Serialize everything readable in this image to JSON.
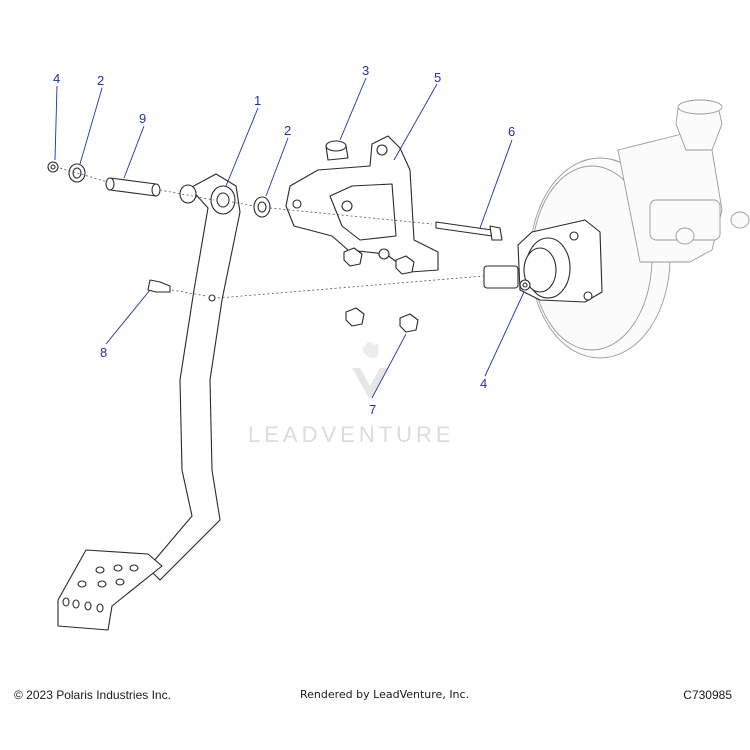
{
  "callouts": [
    {
      "id": "c1",
      "label": "1"
    },
    {
      "id": "c2a",
      "label": "2"
    },
    {
      "id": "c2b",
      "label": "2"
    },
    {
      "id": "c3",
      "label": "3"
    },
    {
      "id": "c4a",
      "label": "4"
    },
    {
      "id": "c4b",
      "label": "4"
    },
    {
      "id": "c5",
      "label": "5"
    },
    {
      "id": "c6",
      "label": "6"
    },
    {
      "id": "c7",
      "label": "7"
    },
    {
      "id": "c8",
      "label": "8"
    },
    {
      "id": "c9",
      "label": "9"
    }
  ],
  "watermark": "LEADVENTURE",
  "footer": {
    "copyright": "© 2023 Polaris Industries Inc.",
    "rendered_by": "Rendered by LeadVenture, Inc.",
    "diagram_code": "C730985"
  },
  "colors": {
    "callout": "#1f2fb5",
    "line": "#2a2a2a",
    "watermark": "#dcdcdc"
  }
}
